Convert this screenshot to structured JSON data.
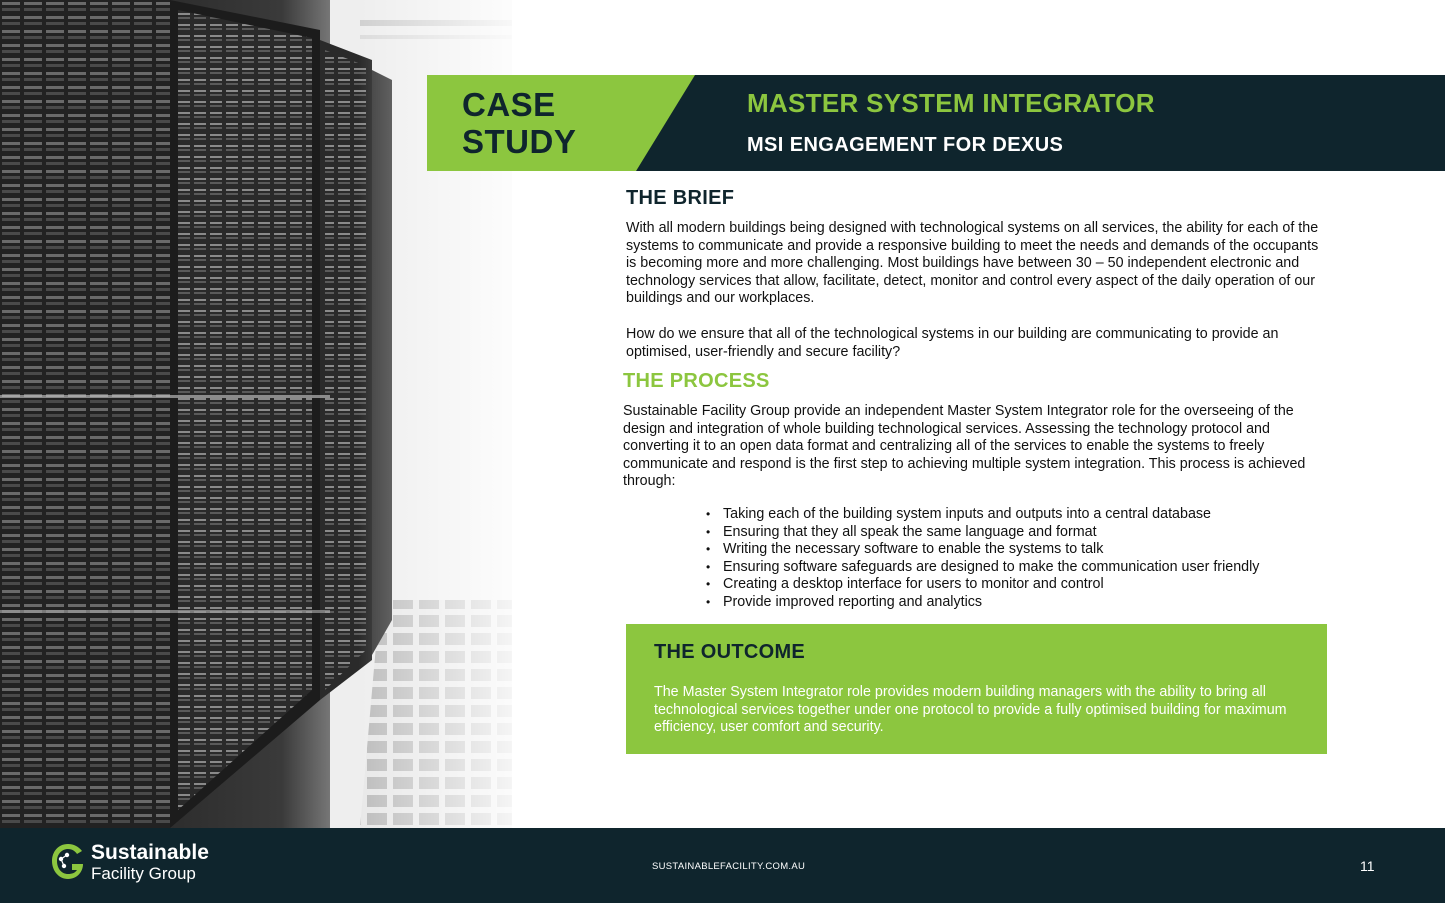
{
  "header": {
    "badge": "CASE STUDY",
    "title": "MASTER SYSTEM INTEGRATOR",
    "subtitle": "MSI ENGAGEMENT FOR DEXUS"
  },
  "brief": {
    "heading": "THE BRIEF",
    "paragraph1": "With all modern buildings being designed with technological systems on all services, the ability for each of the systems to communicate and provide a responsive building to meet the needs and demands of the occupants is becoming more and more challenging.  Most buildings have between 30 – 50 independent electronic and technology services that allow, facilitate, detect, monitor and control every aspect of the daily operation of our buildings and our workplaces.",
    "paragraph2": "How do we ensure that all of the technological systems in our building are communicating to provide an optimised, user-friendly and secure facility?"
  },
  "process": {
    "heading": "THE PROCESS",
    "paragraph": "Sustainable Facility Group provide an independent Master System Integrator role for the overseeing of the design and integration of whole building technological services.  Assessing the technology protocol and converting it to an open data format and centralizing all of the services to enable the systems to freely communicate and respond is the first step to achieving multiple system integration. This process is achieved through:",
    "bullets": [
      "Taking each of the building system inputs and outputs into a central database",
      "Ensuring that they all speak the same language and format",
      "Writing the necessary software to enable the systems to talk",
      "Ensuring software safeguards are designed to make the communication user friendly",
      "Creating a desktop interface for users to monitor and control",
      "Provide improved reporting and analytics"
    ]
  },
  "outcome": {
    "heading": "THE OUTCOME",
    "paragraph": "The Master System Integrator role provides modern building managers with the ability to bring all technological services together under one protocol to provide a fully optimised building for maximum efficiency, user comfort and security."
  },
  "footer": {
    "logo_line1": "Sustainable",
    "logo_line2": "Facility Group",
    "url": "SUSTAINABLEFACILITY.COM.AU",
    "page_number": "11"
  },
  "colors": {
    "green": "#8cc63f",
    "navy": "#0f252d"
  }
}
